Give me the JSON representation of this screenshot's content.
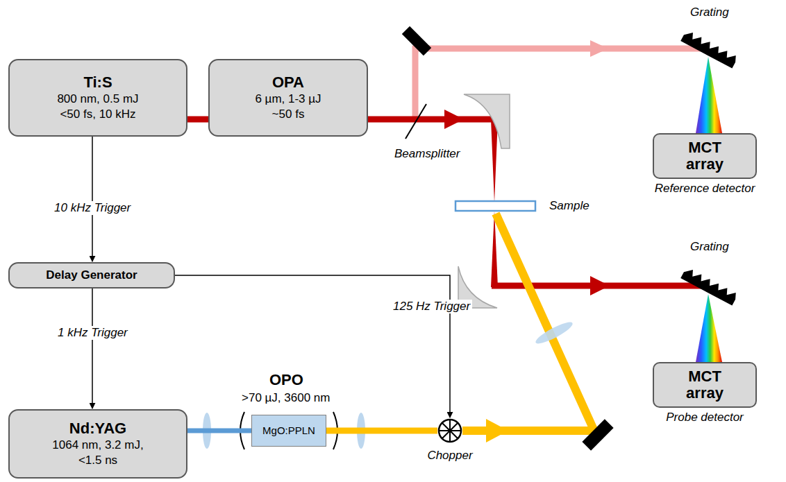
{
  "diagram": {
    "nodes": [
      {
        "text": [
          "Ti:S",
          "800 nm, 0.5 mJ <50 fs, 10 kHz"
        ]
      },
      {
        "text": [
          "OPA",
          "6 µm, 1-3 µJ ~50 fs"
        ]
      },
      {
        "text": [
          "MCT array",
          "Reference detector"
        ]
      },
      {
        "text": [
          "Delay Generator"
        ]
      },
      {
        "text": [
          "MCT array",
          "Probe detector"
        ]
      },
      {
        "text": [
          "Nd:YAG",
          "1064 nm, 3.2 mJ, <1.5 ns"
        ]
      },
      {
        "text": [
          "MgO:PPLN"
        ]
      },
      {
        "text": [
          "Chopper"
        ]
      }
    ],
    "edges": [
      {
        "from": 0,
        "to": 1,
        "arrow": "none"
      },
      {
        "from": 0,
        "to": 3,
        "label": "10 kHz Trigger",
        "arrow": "to"
      },
      {
        "from": 3,
        "to": 5,
        "label": "1 kHz Trigger",
        "arrow": "to"
      },
      {
        "from": 3,
        "to": 7,
        "label": "125 Hz Trigger",
        "arrow": "to"
      },
      {
        "from": 5,
        "to": 6,
        "arrow": "none"
      },
      {
        "from": 6,
        "to": 7,
        "arrow": "none"
      }
    ],
    "labels": [
      "Grating",
      "Grating",
      "Beamsplitter",
      "Sample",
      "OPO",
      ">70 µJ, 3600 nm"
    ]
  }
}
